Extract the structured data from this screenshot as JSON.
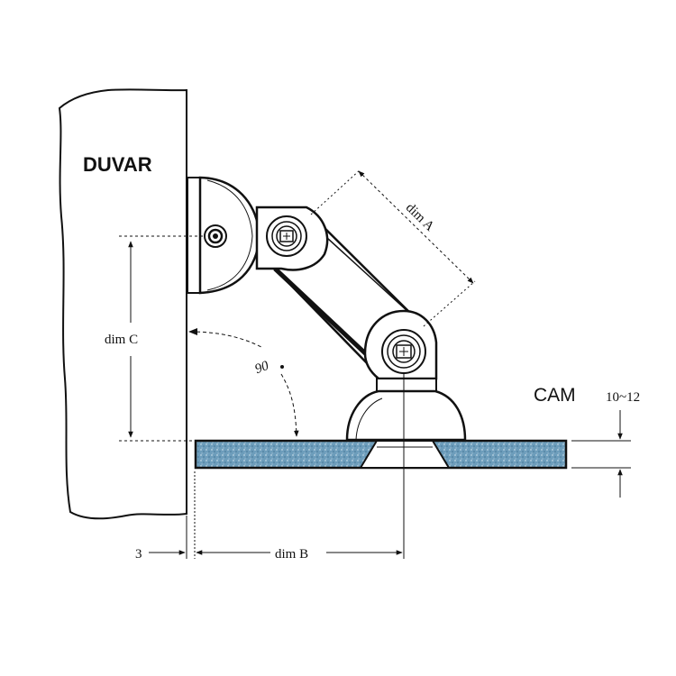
{
  "labels": {
    "wall": "DUVAR",
    "glass": "CAM",
    "glass_thickness": "10~12",
    "dim_a": "dim A",
    "dim_b": "dim B",
    "dim_c": "dim C",
    "wall_gap": "3",
    "angle": "90"
  },
  "colors": {
    "glass_fill": "#5f93b3",
    "line": "#111111"
  }
}
